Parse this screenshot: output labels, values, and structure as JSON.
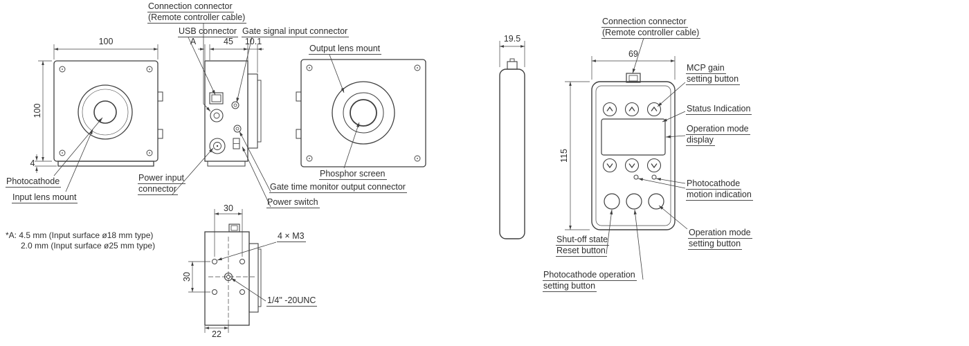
{
  "colors": {
    "line": "#3f3f3f",
    "text": "#2d2d2d",
    "bg": "#ffffff"
  },
  "unit": {
    "callouts": {
      "connection_connector": {
        "l1": "Connection connector",
        "l2": "(Remote controller cable)"
      },
      "usb_connector": "USB connector",
      "gate_signal_input": "Gate signal input connector",
      "output_lens_mount": "Output lens mount",
      "photocathode": "Photocathode",
      "input_lens_mount": "Input lens mount",
      "power_input": {
        "l1": "Power input",
        "l2": "connector"
      },
      "gate_time_monitor": "Gate time monitor output connector",
      "power_switch": "Power switch",
      "phosphor_screen": "Phosphor screen",
      "mount_screws": "4 × M3",
      "tripod_thread": "1/4\" -20UNC"
    },
    "dims": {
      "front_width": "100",
      "front_height": "100",
      "base_plate": "4",
      "input_offset": "A",
      "body_depth": "45",
      "flange_depth": "10.1",
      "screw_pitch_w": "30",
      "screw_pitch_h": "30",
      "center_offset": "22"
    },
    "note": {
      "l1": "*A: 4.5 mm (Input surface ø18 mm type)",
      "l2": "2.0 mm (Input surface ø25 mm type)"
    }
  },
  "controller": {
    "callouts": {
      "connection_connector": {
        "l1": "Connection connector",
        "l2": "(Remote controller cable)"
      },
      "mcp_gain": {
        "l1": "MCP gain",
        "l2": "setting button"
      },
      "status_indication": "Status Indication",
      "operation_mode_display": {
        "l1": "Operation mode",
        "l2": "display"
      },
      "photocathode_motion": {
        "l1": "Photocathode",
        "l2": "motion indication"
      },
      "operation_mode_setting": {
        "l1": "Operation mode",
        "l2": "setting button"
      },
      "shutoff_reset": {
        "l1": "Shut-off state",
        "l2": "Reset button"
      },
      "photocathode_operation": {
        "l1": "Photocathode operation",
        "l2": "setting button"
      }
    },
    "dims": {
      "depth": "19.5",
      "width": "69",
      "height": "115"
    }
  }
}
